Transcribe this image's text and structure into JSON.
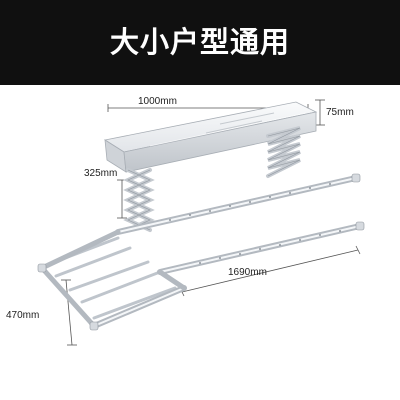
{
  "banner": {
    "title": "大小户型通用",
    "background": "#101010",
    "text_color": "#ffffff"
  },
  "dimensions": {
    "width": "1000mm",
    "height": "75mm",
    "drop": "325mm",
    "length": "1690mm",
    "depth": "470mm"
  },
  "product": {
    "name": "electric-drying-rack",
    "color": "#e3e6ea"
  }
}
